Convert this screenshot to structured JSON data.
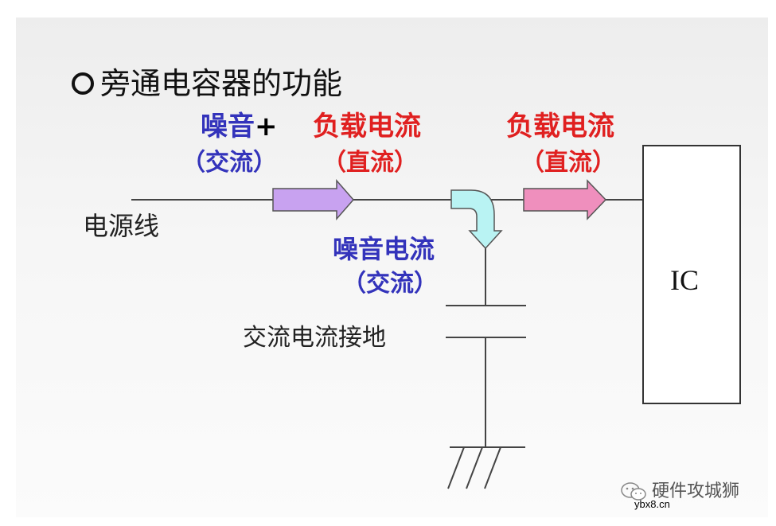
{
  "title": "旁通电容器的功能",
  "labels": {
    "noise_plus": "噪音",
    "plus_sign": "+",
    "noise_ac": "（交流）",
    "load_current_1": "负载电流",
    "load_dc_1": "（直流）",
    "load_current_2": "负载电流",
    "load_dc_2": "（直流）",
    "power_line": "电源线",
    "noise_current": "噪音电流",
    "noise_current_ac": "（交流）",
    "ac_to_ground": "交流电流接地",
    "ic": "IC"
  },
  "watermark": {
    "name": "硬件攻城狮",
    "site": "ybx8.cn"
  },
  "colors": {
    "purple_arrow": "#c8a2f0",
    "pink_arrow": "#ef8fbd",
    "cyan_arrow": "#b9f3f3",
    "blue_text": "#3333bb",
    "red_text": "#e02020"
  }
}
